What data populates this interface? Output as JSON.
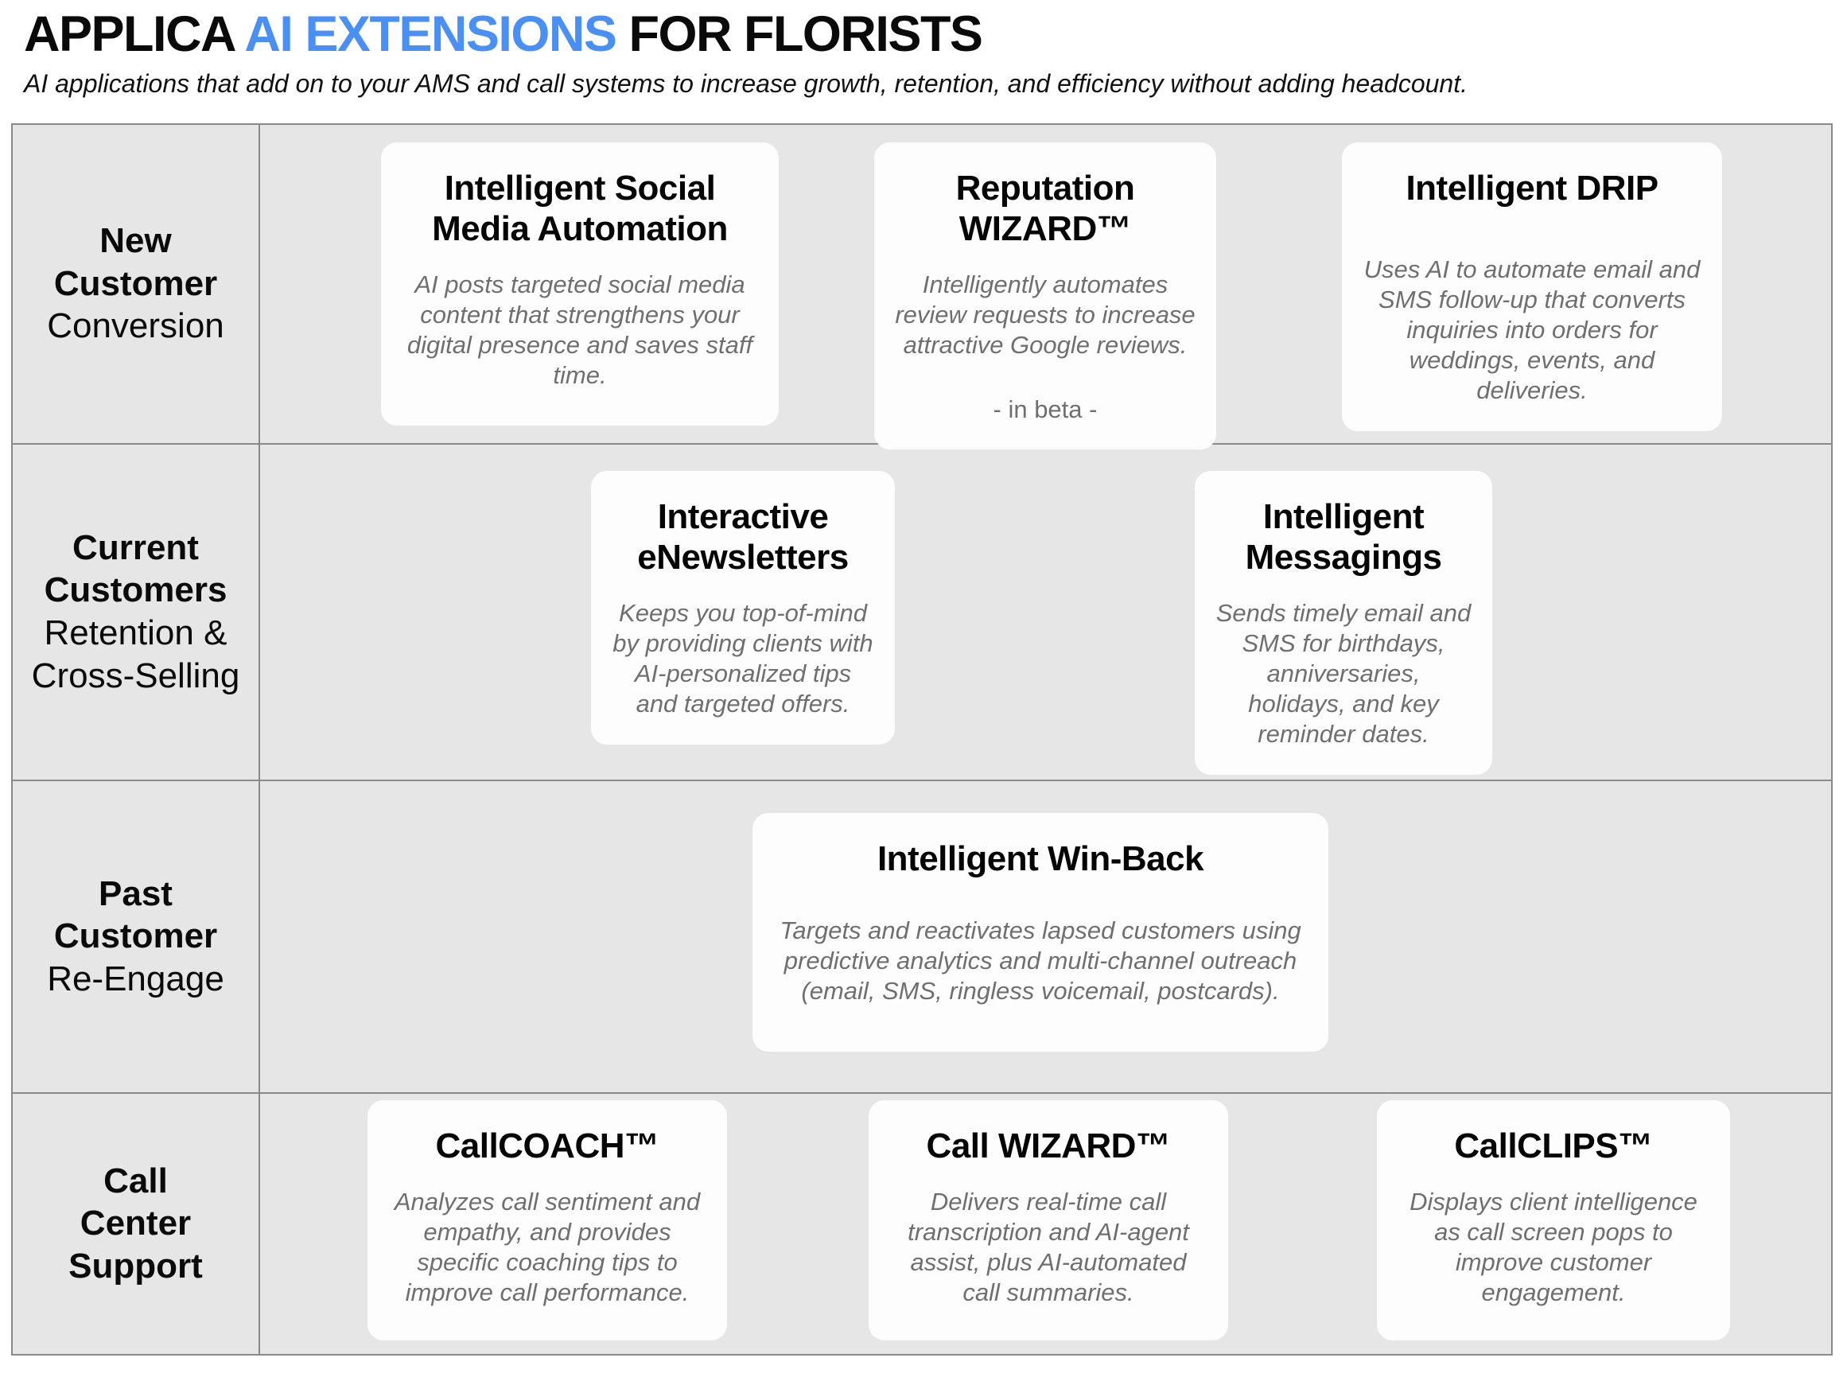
{
  "header": {
    "title_part1": "APPLICA",
    "title_part2": "AI EXTENSIONS",
    "title_part3": "FOR FLORISTS",
    "subtitle": "AI applications that add on to your AMS and call systems to increase growth, retention, and efficiency without adding headcount."
  },
  "colors": {
    "accent_blue": "#4a90f4",
    "row_background": "#e6e6e6",
    "grid_border": "#8a8a8a",
    "card_background": "#fdfdfd",
    "body_text_gray": "#6f6f6f"
  },
  "rows": [
    {
      "label_bold": "New\nCustomer",
      "label_regular": "Conversion",
      "cards": [
        {
          "title": "Intelligent Social\nMedia Automation",
          "body": "AI posts targeted social media content that strengthens your digital presence and saves staff time."
        },
        {
          "title": "Reputation\nWIZARD™",
          "body": "Intelligently automates review requests to increase attractive Google reviews.",
          "note": "- in beta -"
        },
        {
          "title": "Intelligent DRIP",
          "body": "Uses AI to automate email and SMS follow-up that converts inquiries into orders for weddings, events, and deliveries."
        }
      ]
    },
    {
      "label_bold": "Current\nCustomers",
      "label_regular": "Retention &\nCross-Selling",
      "cards": [
        {
          "title": "Interactive\neNewsletters",
          "body": "Keeps you top-of-mind by providing clients with AI-personalized tips and targeted offers."
        },
        {
          "title": "Intelligent\nMessagings",
          "body": "Sends timely email and SMS for birthdays, anniversaries, holidays, and key reminder dates."
        }
      ]
    },
    {
      "label_bold": "Past\nCustomer",
      "label_regular": "Re-Engage",
      "cards": [
        {
          "title": "Intelligent Win-Back",
          "body": "Targets and reactivates lapsed customers using predictive analytics and multi-channel outreach (email, SMS, ringless voicemail, postcards)."
        }
      ]
    },
    {
      "label_bold": "Call\nCenter\nSupport",
      "label_regular": "",
      "cards": [
        {
          "title": "CallCOACH™",
          "body": "Analyzes call sentiment and empathy, and provides specific coaching tips to improve call performance."
        },
        {
          "title": "Call WIZARD™",
          "body": "Delivers real-time call transcription and AI-agent assist, plus AI-automated call summaries."
        },
        {
          "title": "CallCLIPS™",
          "body": "Displays client intelligence as call screen pops to improve customer engagement."
        }
      ]
    }
  ]
}
